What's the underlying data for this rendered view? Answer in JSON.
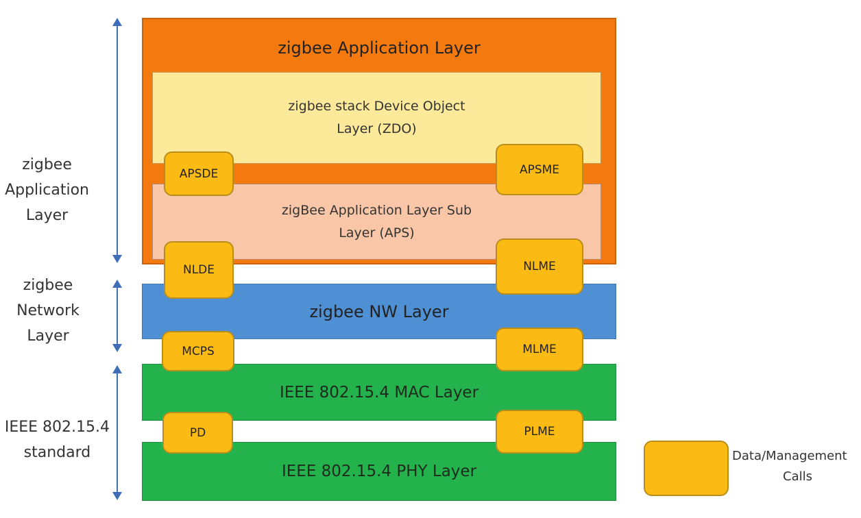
{
  "layers": {
    "app_title": "zigbee  Application Layer",
    "zdo": {
      "line1": "zigbee stack Device Object",
      "line2": "Layer (ZDO)"
    },
    "aps": {
      "line1": "zigBee Application Layer Sub",
      "line2": "Layer (APS)"
    },
    "nw": "zigbee NW  Layer",
    "mac": "IEEE 802.15.4  MAC Layer",
    "phy": "IEEE 802.15.4  PHY Layer"
  },
  "saps": {
    "apsde": "APSDE",
    "apsme": "APSME",
    "nlde": "NLDE",
    "nlme": "NLME",
    "mcps": "MCPS",
    "mlme": "MLME",
    "pd": "PD",
    "plme": "PLME"
  },
  "side_labels": {
    "application": [
      "zigbee",
      "Application",
      "Layer"
    ],
    "network": [
      "zigbee",
      "Network",
      "Layer"
    ],
    "ieee": [
      "IEEE 802.15.4",
      "standard"
    ]
  },
  "legend": {
    "line1": "Data/Management",
    "line2": "Calls"
  },
  "colors": {
    "app_layer": "#f47a0f",
    "zdo": "#fde99a",
    "aps": "#f9c7a8",
    "nw": "#4f8fd3",
    "mac_phy": "#23b24b",
    "sap": "#fbbb14",
    "arrow": "#3f6db7"
  }
}
